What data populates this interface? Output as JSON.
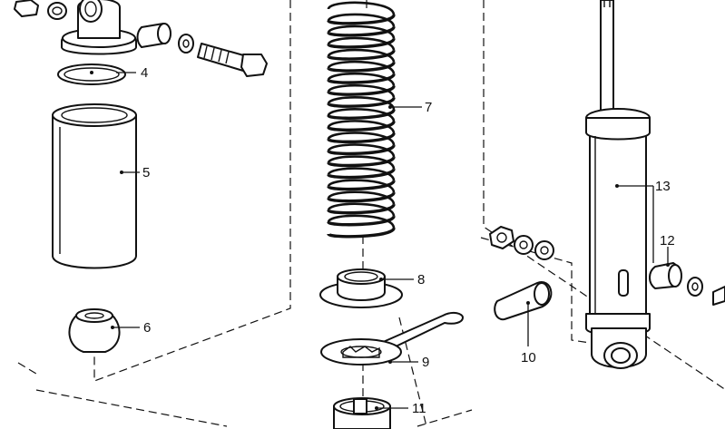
{
  "diagram": {
    "colors": {
      "ink": "#111111",
      "paper": "#ffffff"
    },
    "callouts": [
      {
        "id": "washer",
        "label": "4"
      },
      {
        "id": "auxiliary-spring",
        "label": "5"
      },
      {
        "id": "rubber-buffer",
        "label": "6"
      },
      {
        "id": "coil-spring",
        "label": "7"
      },
      {
        "id": "spring-seat",
        "label": "8"
      },
      {
        "id": "adjusting-plate",
        "label": "9"
      },
      {
        "id": "grease-tube",
        "label": "10"
      },
      {
        "id": "sleeve",
        "label": "11"
      },
      {
        "id": "bushing",
        "label": "12"
      },
      {
        "id": "shock-absorber",
        "label": "13"
      }
    ]
  }
}
